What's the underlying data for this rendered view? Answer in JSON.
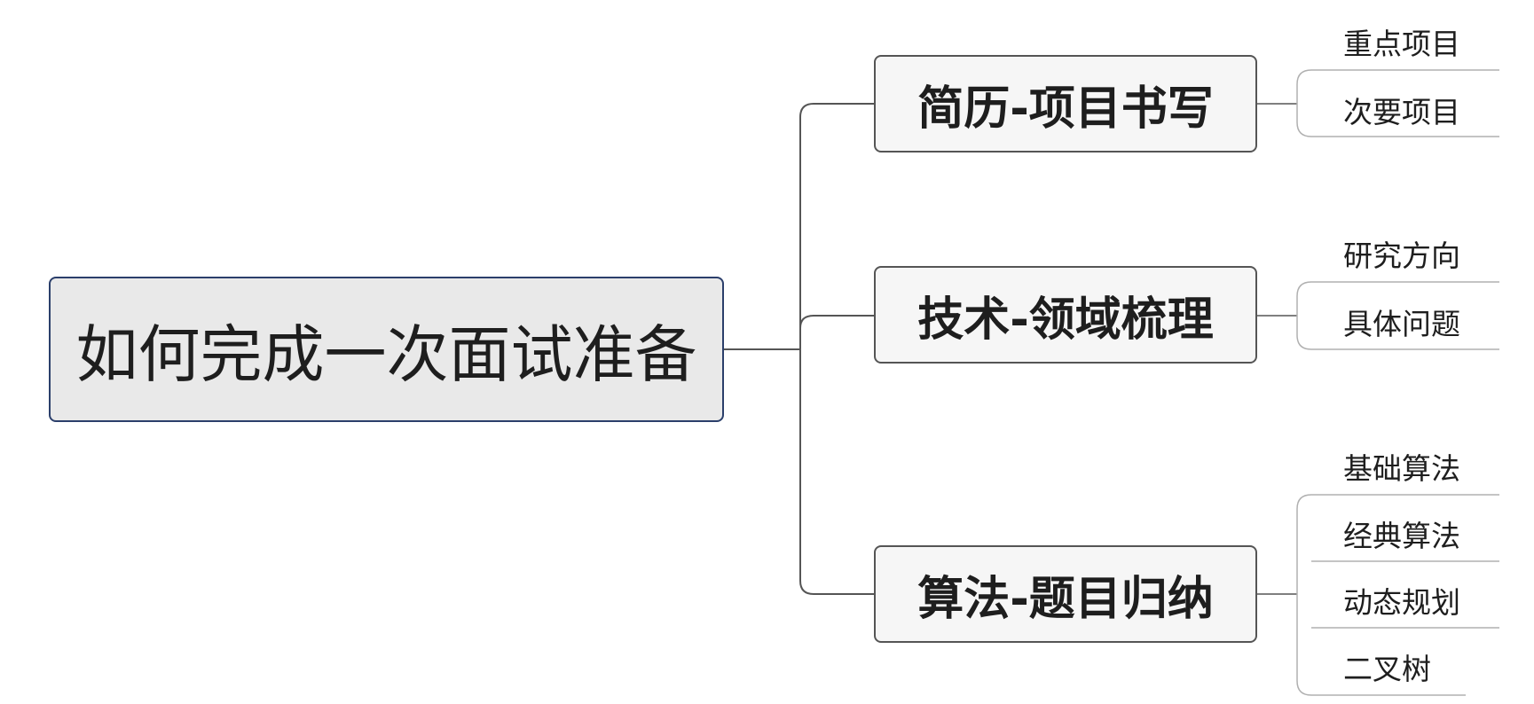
{
  "mindmap": {
    "root": {
      "label": "如何完成一次面试准备"
    },
    "branches": [
      {
        "label": "简历-项目书写",
        "children": [
          "重点项目",
          "次要项目"
        ]
      },
      {
        "label": "技术-领域梳理",
        "children": [
          "研究方向",
          "具体问题"
        ]
      },
      {
        "label": "算法-题目归纳",
        "children": [
          "基础算法",
          "经典算法",
          "动态规划",
          "二叉树"
        ]
      }
    ]
  },
  "colors": {
    "root_fill": "#e9e9e9",
    "root_border": "#2b3f6b",
    "branch_fill": "#f6f6f6",
    "branch_border": "#555555",
    "connector": "#555555",
    "leaf_underline": "#b0b0b0"
  }
}
